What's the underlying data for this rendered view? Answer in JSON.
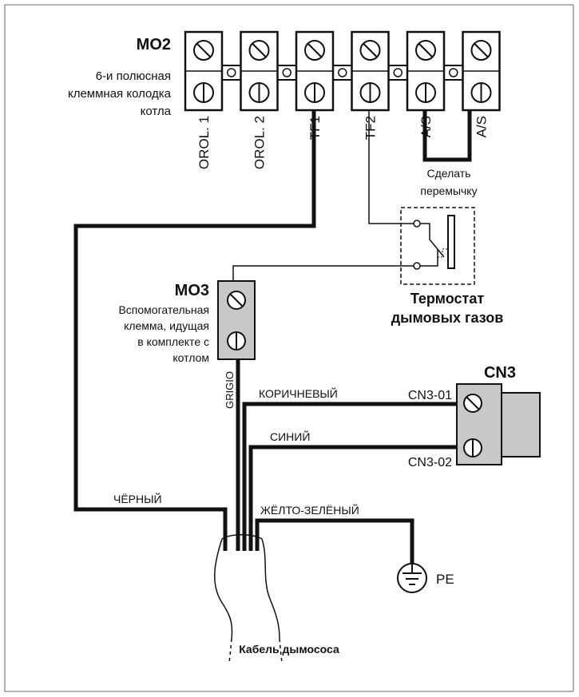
{
  "mo2": {
    "title": "MO2",
    "desc_line1": "6-и полюсная",
    "desc_line2": "клеммная колодка",
    "desc_line3": "котла",
    "terminals": [
      "OROL. 1",
      "OROL. 2",
      "TF1",
      "TF2",
      "A/S",
      "A/S"
    ]
  },
  "jumper": {
    "line1": "Сделать",
    "line2": "перемычку"
  },
  "thermostat": {
    "line1": "Термостат",
    "line2": "дымовых газов"
  },
  "mo3": {
    "title": "MO3",
    "desc_line1": "Вспомогательная",
    "desc_line2": "клемма, идущая",
    "desc_line3": "в комплекте с",
    "desc_line4": "котлом"
  },
  "cn3": {
    "title": "CN3",
    "pin1": "CN3-01",
    "pin2": "CN3-02"
  },
  "wires": {
    "grey": "GRIGIO",
    "brown": "КОРИЧНЕВЫЙ",
    "blue": "СИНИЙ",
    "black": "ЧЁРНЫЙ",
    "yellow_green": "ЖЁЛТО-ЗЕЛЁНЫЙ"
  },
  "ground": {
    "label": "PE"
  },
  "cable": {
    "label": "Кабель дымососа"
  },
  "colors": {
    "terminal_fill": "#c8c8c8",
    "wire": "#111111",
    "frame": "#999999"
  }
}
